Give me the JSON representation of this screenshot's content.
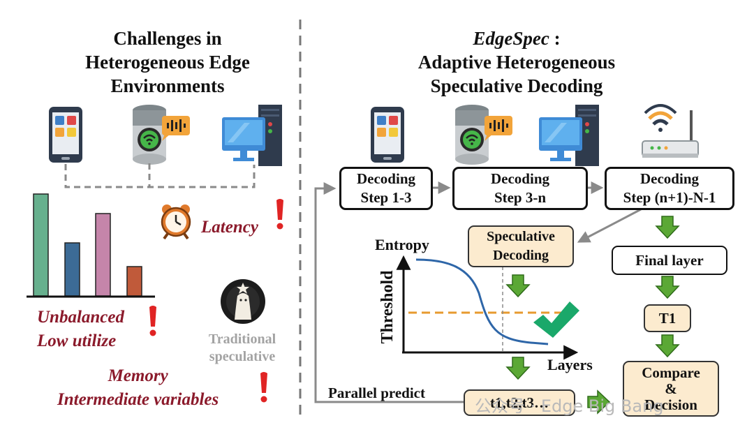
{
  "left_panel": {
    "title_lines": [
      "Challenges in",
      "Heterogeneous Edge",
      "Environments"
    ],
    "latency_label": "Latency",
    "unbalanced_lines": [
      "Unbalanced",
      "Low utilize"
    ],
    "memory_lines": [
      "Memory",
      "Intermediate variables"
    ],
    "traditional_lines": [
      "Traditional",
      "speculative"
    ]
  },
  "right_panel": {
    "title_italic": "EdgeSpec",
    "title_suffix": " :",
    "title_lines": [
      "Adaptive Heterogeneous",
      "Speculative Decoding"
    ],
    "steps": [
      {
        "line1": "Decoding",
        "line2": "Step 1-3"
      },
      {
        "line1": "Decoding",
        "line2": "Step 3-n"
      },
      {
        "line1": "Decoding",
        "line2": "Step (n+1)-N-1"
      }
    ],
    "speculative_box": [
      "Speculative",
      "Decoding"
    ],
    "final_layer": "Final layer",
    "t1": "T1",
    "compare_box": [
      "Compare",
      "&",
      "Decision"
    ],
    "tokens_box": "t1,t2,t3…",
    "parallel_predict": "Parallel predict",
    "graph": {
      "ylabel_top": "Entropy",
      "ylabel_side": "Threshold",
      "xlabel": "Layers"
    }
  },
  "watermark": "公众号 · Edge Big Bang",
  "colors": {
    "bar_green": "#67b08e",
    "bar_blue": "#3c6b96",
    "bar_pink": "#c585aa",
    "bar_orange": "#c05a3a",
    "arrow_green": "#5ba835",
    "alert_red": "#e02424",
    "label_red": "#8b1a2b",
    "curve_blue": "#2e66a8",
    "threshold_orange": "#e79a2f",
    "box_cream": "#fcebcf"
  },
  "icons": [
    "smartphone-icon",
    "smart-speaker-icon",
    "desktop-pc-icon",
    "wifi-router-icon",
    "alarm-clock-icon",
    "checkmark-icon",
    "starbucks-logo-icon"
  ]
}
